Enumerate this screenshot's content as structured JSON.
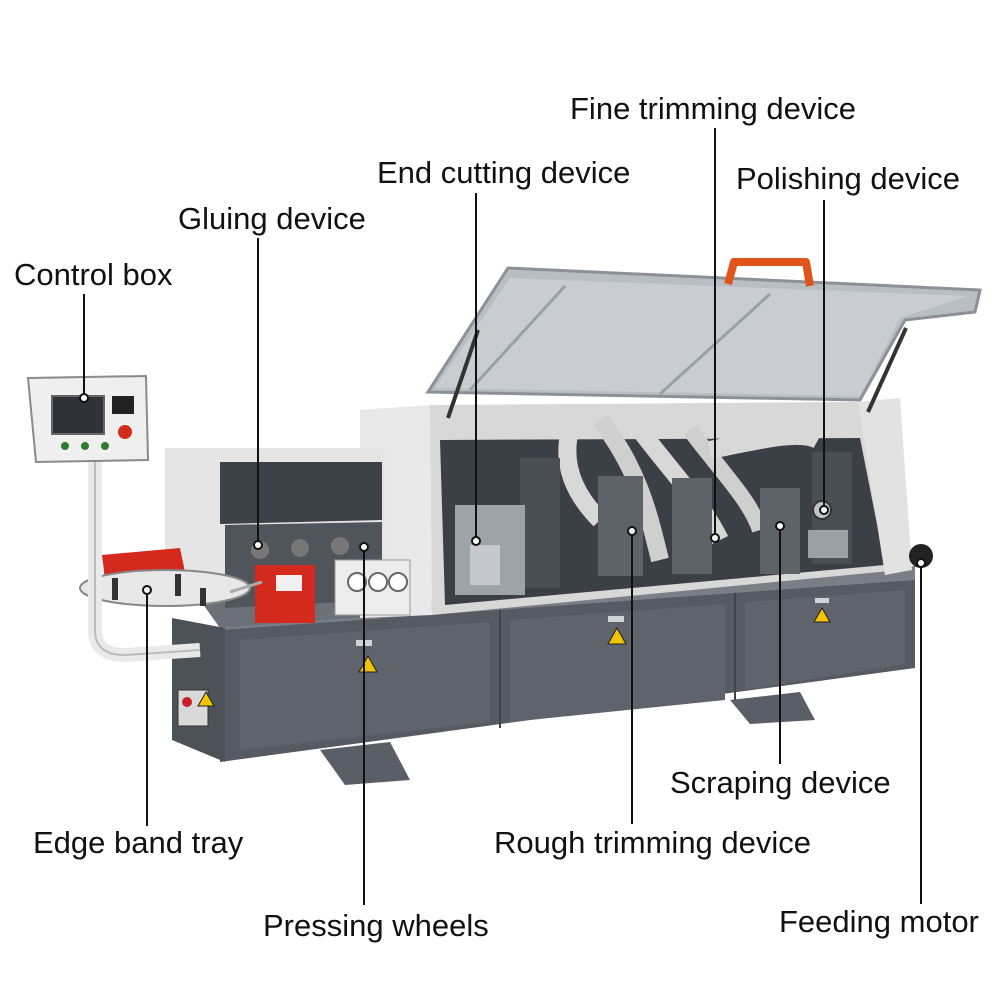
{
  "labels": {
    "fine_trimming": "Fine trimming device",
    "end_cutting": "End cutting device",
    "polishing": "Polishing device",
    "gluing": "Gluing device",
    "control_box": "Control box",
    "edge_band_tray": "Edge band tray",
    "pressing_wheels": "Pressing wheels",
    "rough_trimming": "Rough trimming device",
    "scraping": "Scraping device",
    "feeding_motor": "Feeding motor"
  },
  "colors": {
    "machine_base": "#555a63",
    "machine_top": "#6b7079",
    "housing": "#e6e6e6",
    "glass": "#b9bec4",
    "accent_red": "#d42a1e",
    "handle_orange": "#e0551c",
    "leader_line": "#111111"
  }
}
